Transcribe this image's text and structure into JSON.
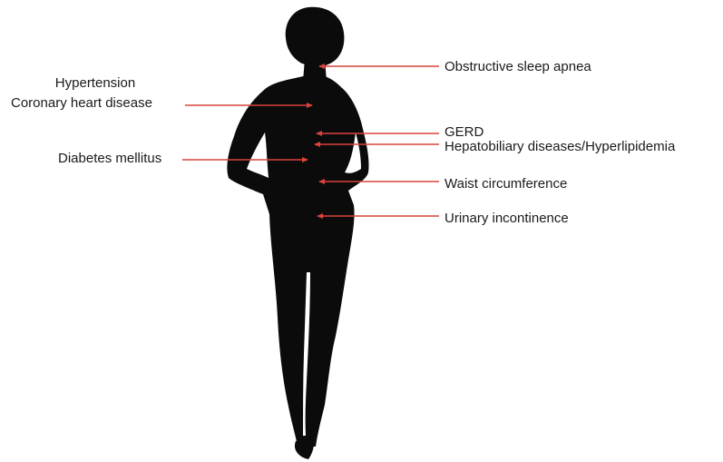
{
  "colors": {
    "silhouette": "#0b0b0b",
    "arrow": "#d9433c",
    "text": "#1a1a1a",
    "background": "#ffffff"
  },
  "labels": {
    "osa": "Obstructive sleep apnea",
    "hypertension": "Hypertension",
    "chd": "Coronary heart disease",
    "gerd": "GERD",
    "hepato": "Hepatobiliary diseases/Hyperlipidemia",
    "diabetes": "Diabetes mellitus",
    "waist": "Waist circumference",
    "urinary": "Urinary incontinence"
  }
}
